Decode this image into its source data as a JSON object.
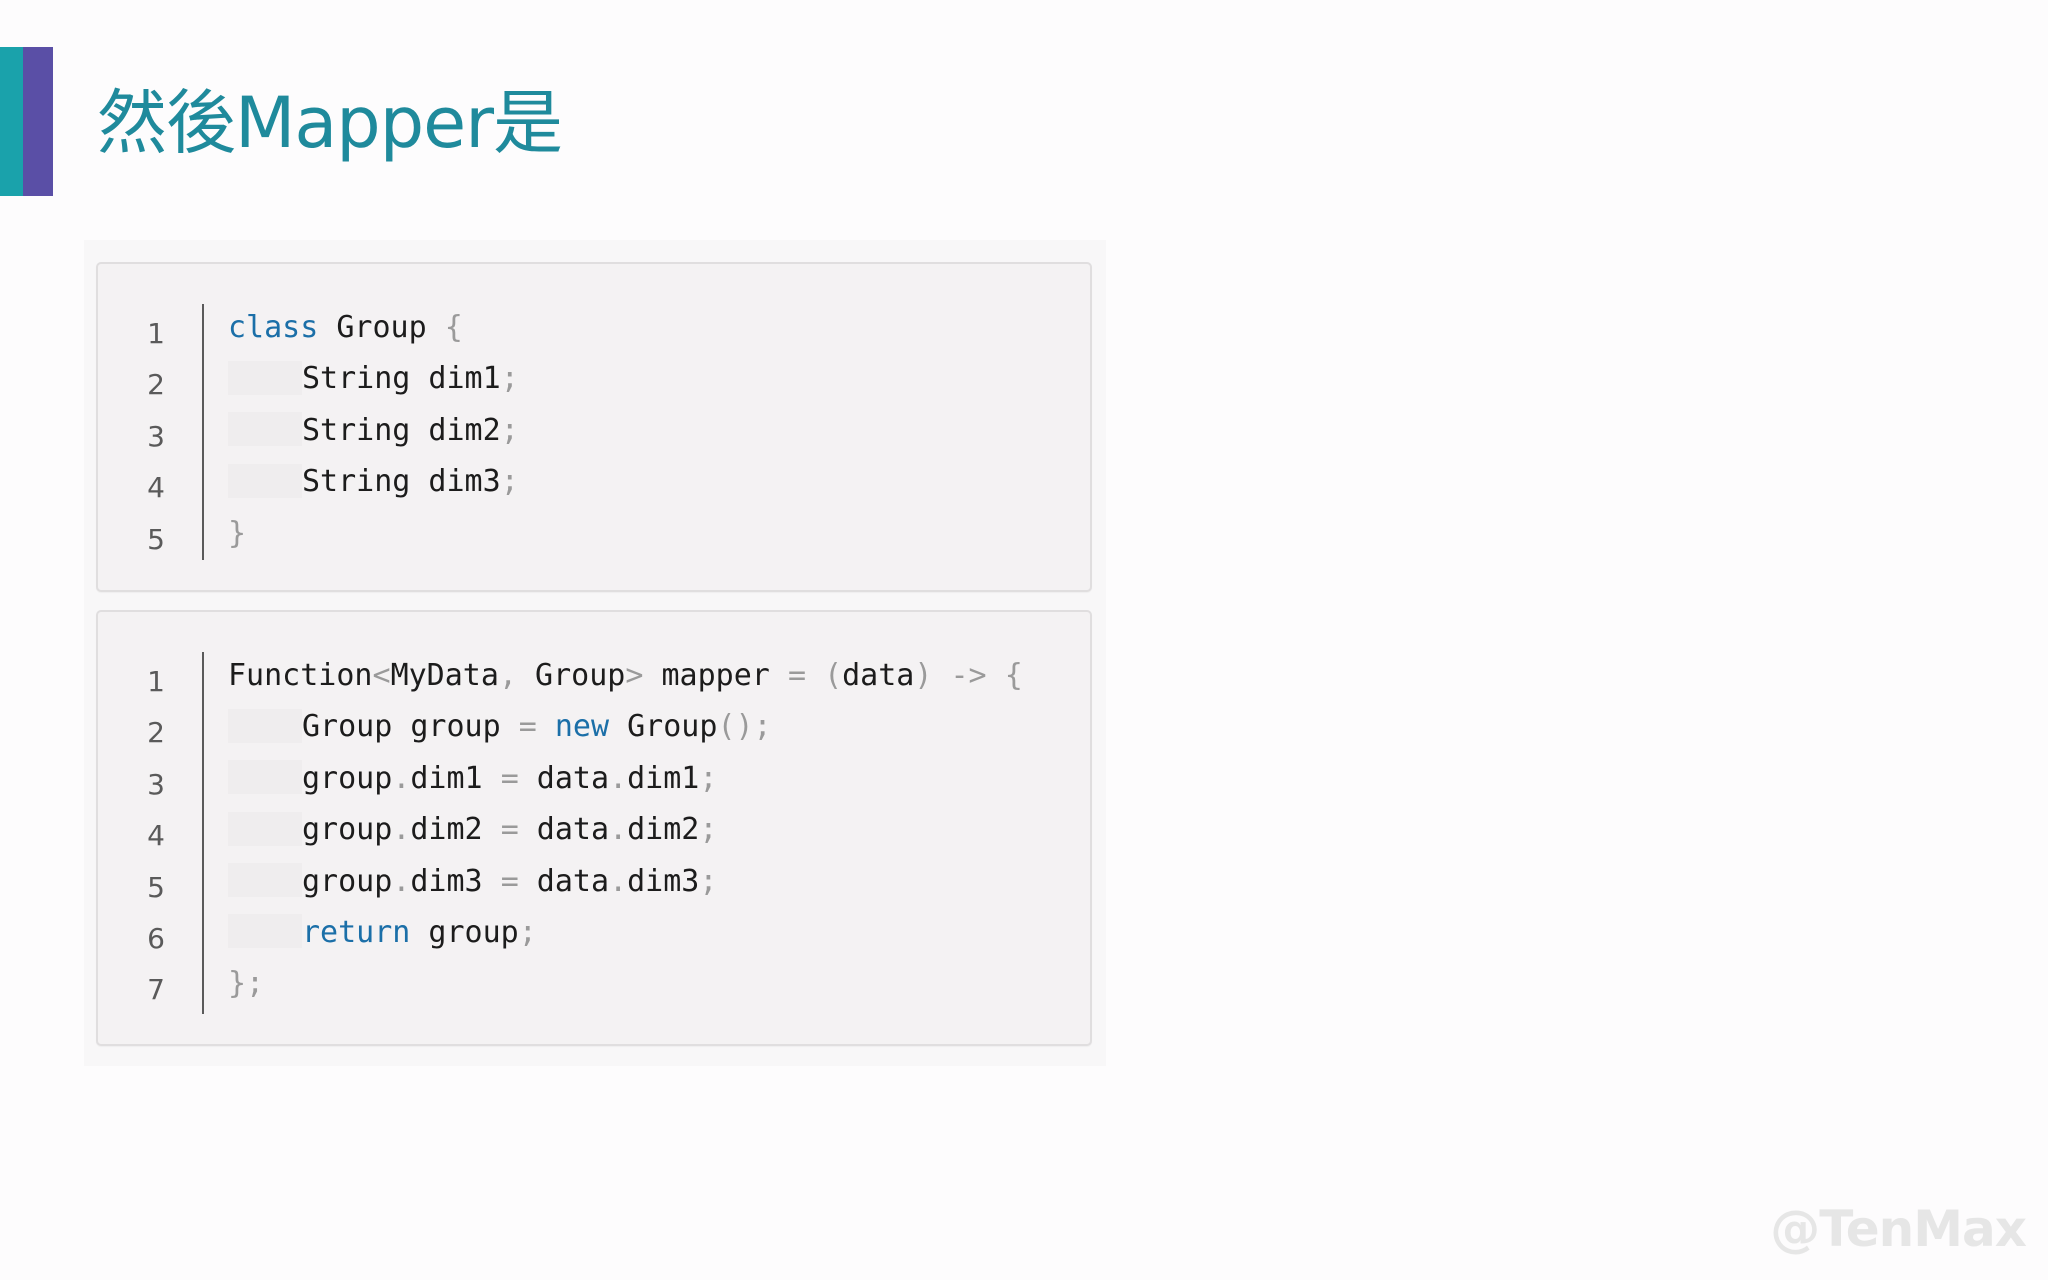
{
  "title": "然後Mapper是",
  "watermark": "@TenMax",
  "code_blocks": [
    {
      "lines": [
        {
          "no": "1",
          "tokens": [
            {
              "t": "class",
              "c": "kw"
            },
            {
              "t": " Group "
            },
            {
              "t": "{",
              "c": "pn"
            }
          ]
        },
        {
          "no": "2",
          "indent": true,
          "tokens": [
            {
              "t": "String dim1"
            },
            {
              "t": ";",
              "c": "pn"
            }
          ]
        },
        {
          "no": "3",
          "indent": true,
          "tokens": [
            {
              "t": "String dim2"
            },
            {
              "t": ";",
              "c": "pn"
            }
          ]
        },
        {
          "no": "4",
          "indent": true,
          "tokens": [
            {
              "t": "String dim3"
            },
            {
              "t": ";",
              "c": "pn"
            }
          ]
        },
        {
          "no": "5",
          "tokens": [
            {
              "t": "}",
              "c": "pn"
            }
          ]
        }
      ]
    },
    {
      "lines": [
        {
          "no": "1",
          "tokens": [
            {
              "t": "Function"
            },
            {
              "t": "<",
              "c": "pn"
            },
            {
              "t": "MyData"
            },
            {
              "t": ",",
              "c": "pn"
            },
            {
              "t": " Group"
            },
            {
              "t": ">",
              "c": "pn"
            },
            {
              "t": " mapper "
            },
            {
              "t": "=",
              "c": "pn"
            },
            {
              "t": " "
            },
            {
              "t": "(",
              "c": "pn"
            },
            {
              "t": "data"
            },
            {
              "t": ")",
              "c": "pn"
            },
            {
              "t": " "
            },
            {
              "t": "->",
              "c": "pn"
            },
            {
              "t": " "
            },
            {
              "t": "{",
              "c": "pn"
            }
          ]
        },
        {
          "no": "2",
          "indent": true,
          "tokens": [
            {
              "t": "Group group "
            },
            {
              "t": "=",
              "c": "pn"
            },
            {
              "t": " "
            },
            {
              "t": "new",
              "c": "kw"
            },
            {
              "t": " Group"
            },
            {
              "t": "();",
              "c": "pn"
            }
          ]
        },
        {
          "no": "3",
          "indent": true,
          "tokens": [
            {
              "t": "group"
            },
            {
              "t": ".",
              "c": "pn"
            },
            {
              "t": "dim1 "
            },
            {
              "t": "=",
              "c": "pn"
            },
            {
              "t": " data"
            },
            {
              "t": ".",
              "c": "pn"
            },
            {
              "t": "dim1"
            },
            {
              "t": ";",
              "c": "pn"
            }
          ]
        },
        {
          "no": "4",
          "indent": true,
          "tokens": [
            {
              "t": "group"
            },
            {
              "t": ".",
              "c": "pn"
            },
            {
              "t": "dim2 "
            },
            {
              "t": "=",
              "c": "pn"
            },
            {
              "t": " data"
            },
            {
              "t": ".",
              "c": "pn"
            },
            {
              "t": "dim2"
            },
            {
              "t": ";",
              "c": "pn"
            }
          ]
        },
        {
          "no": "5",
          "indent": true,
          "tokens": [
            {
              "t": "group"
            },
            {
              "t": ".",
              "c": "pn"
            },
            {
              "t": "dim3 "
            },
            {
              "t": "=",
              "c": "pn"
            },
            {
              "t": " data"
            },
            {
              "t": ".",
              "c": "pn"
            },
            {
              "t": "dim3"
            },
            {
              "t": ";",
              "c": "pn"
            }
          ]
        },
        {
          "no": "6",
          "indent": true,
          "tokens": [
            {
              "t": "return",
              "c": "kw"
            },
            {
              "t": " group"
            },
            {
              "t": ";",
              "c": "pn"
            }
          ]
        },
        {
          "no": "7",
          "tokens": [
            {
              "t": "};",
              "c": "pn"
            }
          ]
        }
      ]
    }
  ]
}
